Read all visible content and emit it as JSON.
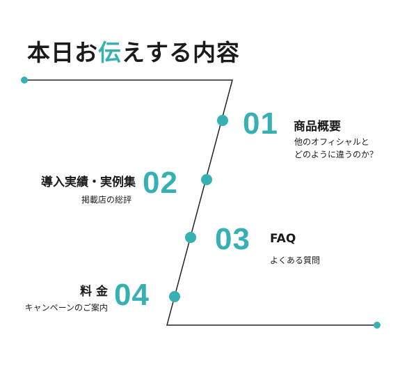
{
  "title": {
    "before": "本日お",
    "accent": "伝",
    "after": "えする内容"
  },
  "accent_color": "#36b0b3",
  "items": [
    {
      "number": "01",
      "heading": "商品概要",
      "detail_1": "他のオフィシャルと",
      "detail_2": "どのように違うのか？"
    },
    {
      "number": "02",
      "heading": "導入実績・実例集",
      "detail_1": "掲載店の総評"
    },
    {
      "number": "03",
      "heading": "FAQ",
      "detail_1": "よくある質問"
    },
    {
      "number": "04",
      "heading": "料 金",
      "detail_1": "キャンペーンのご案内"
    }
  ]
}
